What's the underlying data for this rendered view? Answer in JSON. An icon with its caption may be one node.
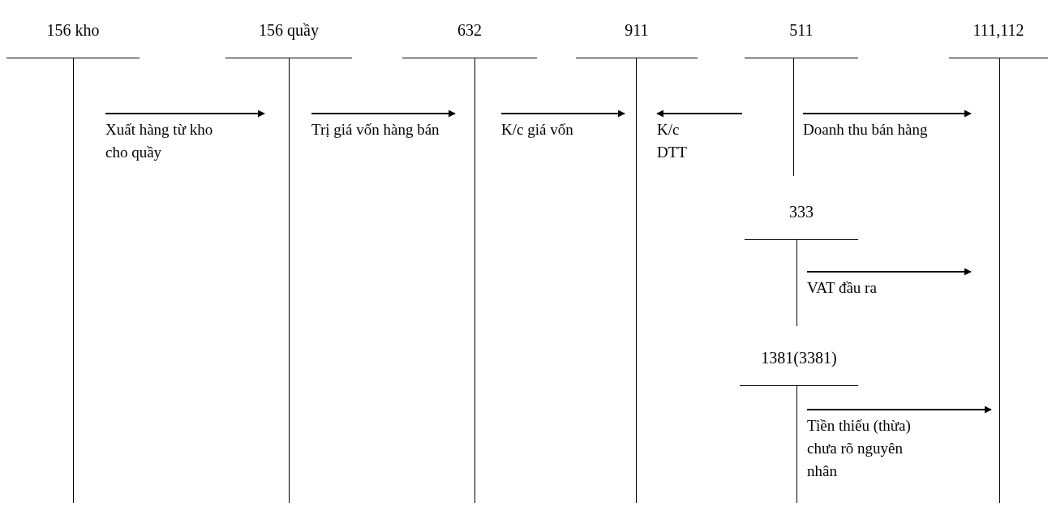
{
  "diagram": {
    "nodes": [
      {
        "text": [
          "156 kho"
        ]
      },
      {
        "text": [
          "156 quầy"
        ]
      },
      {
        "text": [
          "632"
        ]
      },
      {
        "text": [
          "911"
        ]
      },
      {
        "text": [
          "511"
        ]
      },
      {
        "text": [
          "111,112"
        ]
      },
      {
        "text": [
          "333"
        ]
      },
      {
        "text": [
          "1381(3381)"
        ]
      }
    ],
    "edges": [
      {
        "from": 0,
        "to": 1,
        "arrow": "to",
        "label": "Xuất hàng từ kho cho quầy"
      },
      {
        "from": 1,
        "to": 2,
        "arrow": "to",
        "label": "Trị giá vốn hàng bán"
      },
      {
        "from": 2,
        "to": 3,
        "arrow": "to",
        "label": "K/c giá vốn"
      },
      {
        "from": 4,
        "to": 3,
        "arrow": "to",
        "label": "K/c DTT"
      },
      {
        "from": 4,
        "to": 5,
        "arrow": "to",
        "label": "Doanh thu bán hàng"
      },
      {
        "from": 6,
        "to": 5,
        "arrow": "to",
        "label": "VAT đầu ra"
      },
      {
        "from": 7,
        "to": 5,
        "arrow": "to",
        "label": "Tiền thiếu (thừa) chưa rõ nguyên nhân"
      }
    ]
  }
}
